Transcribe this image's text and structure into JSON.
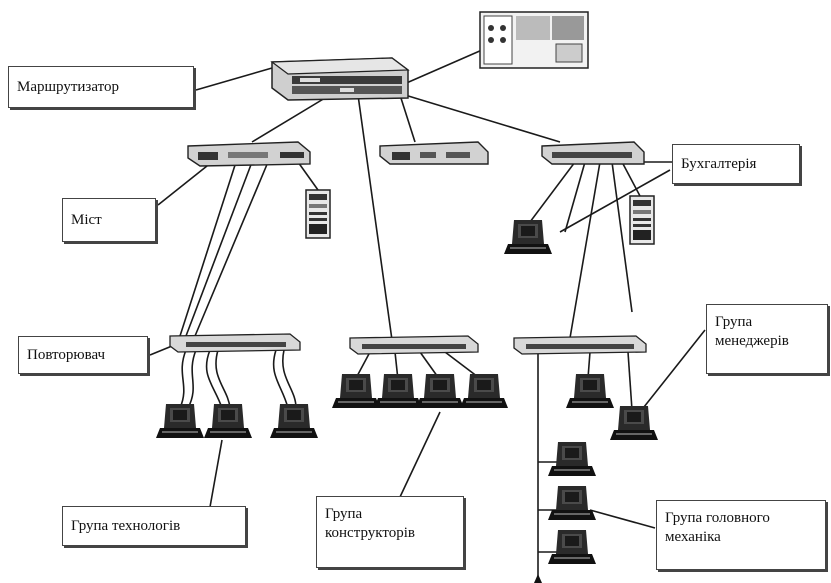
{
  "labels": {
    "router": "Маршрутизатор",
    "bridge": "Міст",
    "repeater": "Повторювач",
    "accounting": "Бухгалтерія",
    "managers": "Група\nменеджерів",
    "technologists": "Група технологів",
    "designers": "Група\nконструкторів",
    "chief_mechanic": "Група головного\nмеханіка"
  },
  "icons": {
    "router": "router-device-icon",
    "panel": "patch-panel-icon",
    "switch": "switch-icon",
    "hub": "hub-icon",
    "workstation": "workstation-icon",
    "server": "server-tower-icon"
  },
  "colors": {
    "line": "#1a1a1a",
    "device_fill": "#cfcfcf",
    "device_dark": "#3a3a3a",
    "label_border": "#444444"
  }
}
